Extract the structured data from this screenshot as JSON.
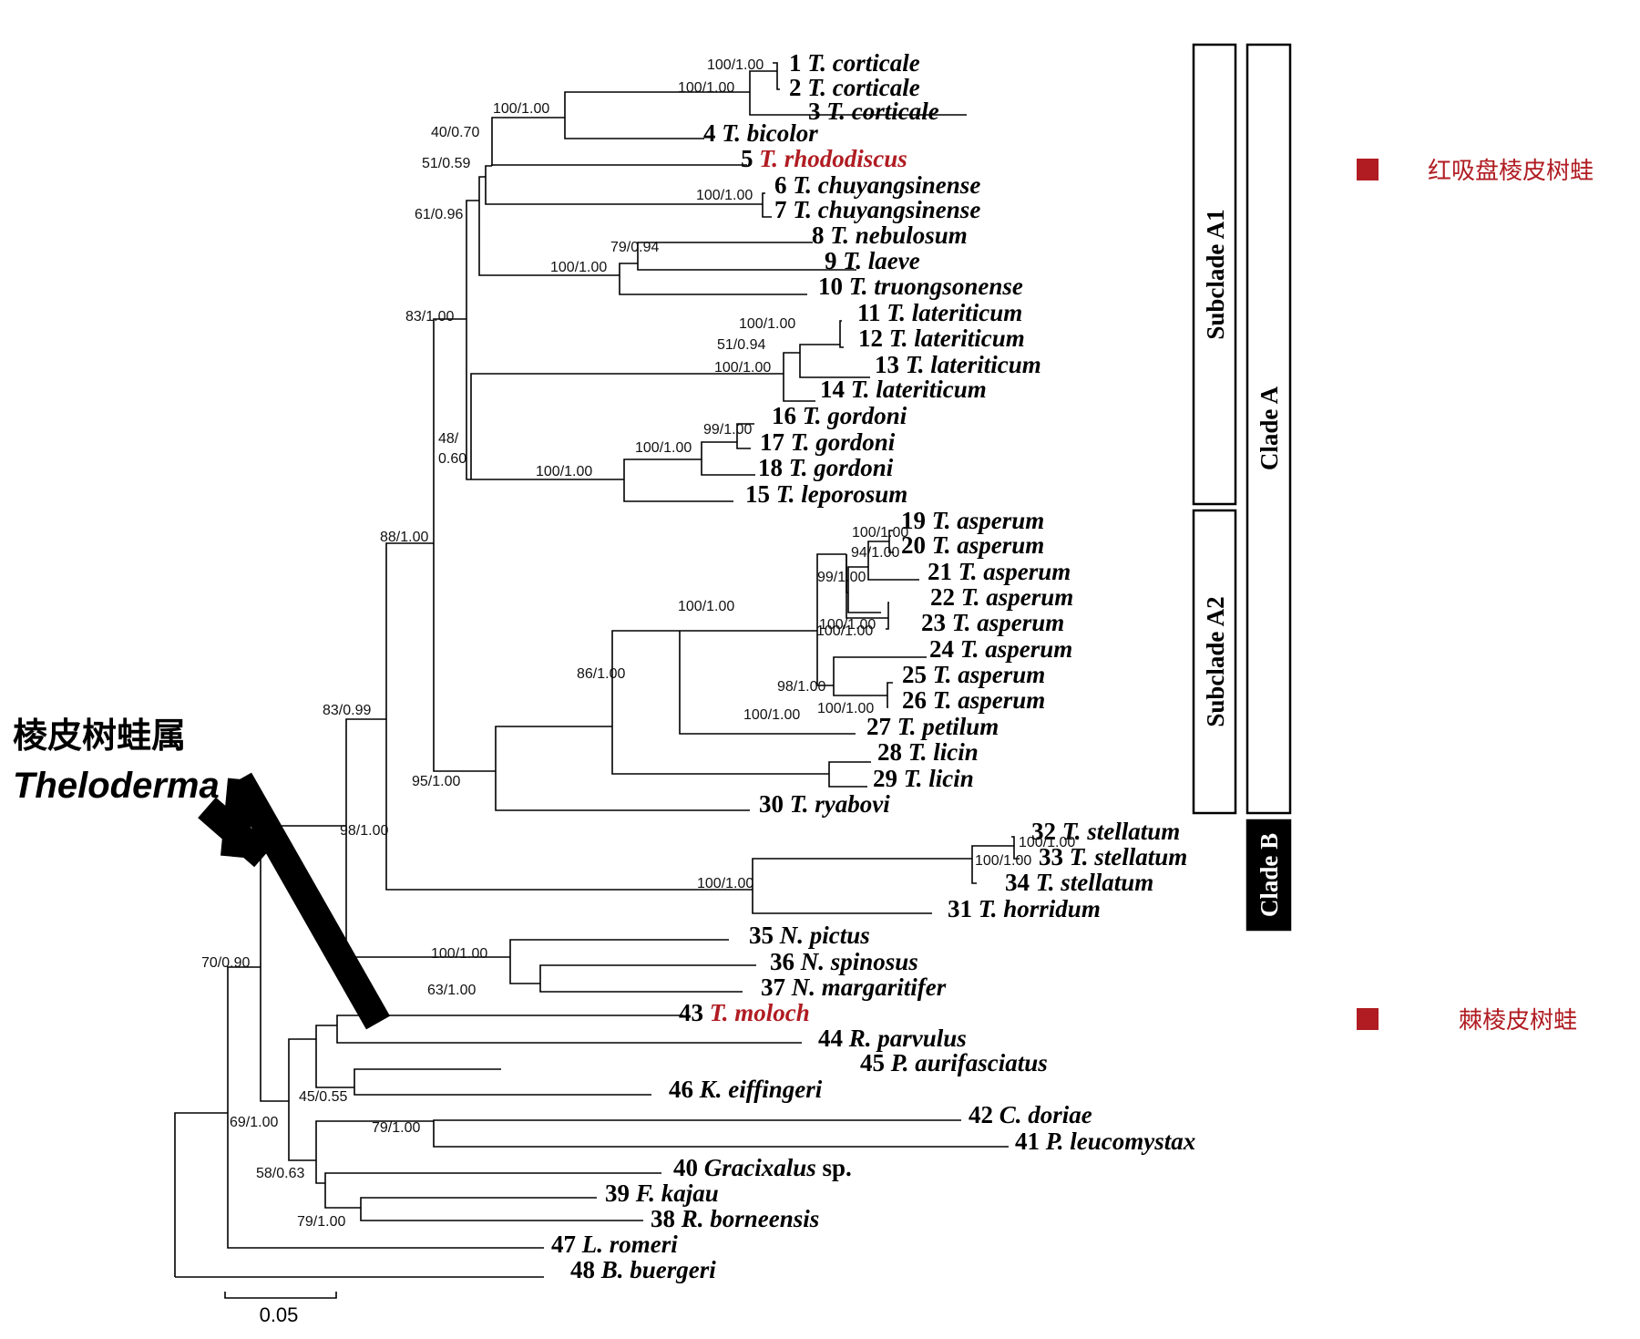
{
  "taxa": [
    {
      "id": "t1",
      "num": "1",
      "name": "T. corticale"
    },
    {
      "id": "t2",
      "num": "2",
      "name": "T. corticale"
    },
    {
      "id": "t3",
      "num": "3",
      "name": "T. corticale"
    },
    {
      "id": "t4",
      "num": "4",
      "name": "T. bicolor"
    },
    {
      "id": "t5",
      "num": "5",
      "name": "T. rhododiscus",
      "highlight": true
    },
    {
      "id": "t6",
      "num": "6",
      "name": "T. chuyangsinense"
    },
    {
      "id": "t7",
      "num": "7",
      "name": "T. chuyangsinense"
    },
    {
      "id": "t8",
      "num": "8",
      "name": "T. nebulosum"
    },
    {
      "id": "t9",
      "num": "9",
      "name": "T. laeve"
    },
    {
      "id": "t10",
      "num": "10",
      "name": "T. truongsonense"
    },
    {
      "id": "t11",
      "num": "11",
      "name": "T. lateriticum"
    },
    {
      "id": "t12",
      "num": "12",
      "name": "T. lateriticum"
    },
    {
      "id": "t13",
      "num": "13",
      "name": "T. lateriticum"
    },
    {
      "id": "t14",
      "num": "14",
      "name": "T. lateriticum"
    },
    {
      "id": "t16",
      "num": "16",
      "name": "T. gordoni"
    },
    {
      "id": "t17",
      "num": "17",
      "name": "T. gordoni"
    },
    {
      "id": "t18",
      "num": "18",
      "name": "T. gordoni"
    },
    {
      "id": "t15",
      "num": "15",
      "name": "T. leporosum"
    },
    {
      "id": "t19",
      "num": "19",
      "name": "T. asperum"
    },
    {
      "id": "t20",
      "num": "20",
      "name": "T. asperum"
    },
    {
      "id": "t21",
      "num": "21",
      "name": "T. asperum"
    },
    {
      "id": "t22",
      "num": "22",
      "name": "T. asperum"
    },
    {
      "id": "t23",
      "num": "23",
      "name": "T. asperum"
    },
    {
      "id": "t24",
      "num": "24",
      "name": "T. asperum"
    },
    {
      "id": "t25",
      "num": "25",
      "name": "T. asperum"
    },
    {
      "id": "t26",
      "num": "26",
      "name": "T. asperum"
    },
    {
      "id": "t27",
      "num": "27",
      "name": "T. petilum"
    },
    {
      "id": "t28",
      "num": "28",
      "name": "T. licin"
    },
    {
      "id": "t29",
      "num": "29",
      "name": "T. licin"
    },
    {
      "id": "t30",
      "num": "30",
      "name": "T. ryabovi"
    },
    {
      "id": "t32",
      "num": "32",
      "name": "T. stellatum"
    },
    {
      "id": "t33",
      "num": "33",
      "name": "T. stellatum"
    },
    {
      "id": "t34",
      "num": "34",
      "name": "T. stellatum"
    },
    {
      "id": "t31",
      "num": "31",
      "name": "T. horridum"
    },
    {
      "id": "t35",
      "num": "35",
      "name": "N. pictus"
    },
    {
      "id": "t36",
      "num": "36",
      "name": "N. spinosus"
    },
    {
      "id": "t37",
      "num": "37",
      "name": "N. margaritifer"
    },
    {
      "id": "t43",
      "num": "43",
      "name": "T. moloch",
      "highlight": true
    },
    {
      "id": "t44",
      "num": "44",
      "name": "R. parvulus"
    },
    {
      "id": "t45",
      "num": "45",
      "name": "P. aurifasciatus"
    },
    {
      "id": "t46",
      "num": "46",
      "name": "K. eiffingeri"
    },
    {
      "id": "t42",
      "num": "42",
      "name": "C. doriae"
    },
    {
      "id": "t41",
      "num": "41",
      "name": "P. leucomystax"
    },
    {
      "id": "t40",
      "num": "40",
      "name": "Gracixalus",
      "suffix": " sp."
    },
    {
      "id": "t39",
      "num": "39",
      "name": "F. kajau"
    },
    {
      "id": "t38",
      "num": "38",
      "name": "R. borneensis"
    },
    {
      "id": "t47",
      "num": "47",
      "name": "L. romeri"
    },
    {
      "id": "t48",
      "num": "48",
      "name": "B. buergeri"
    }
  ],
  "support": [
    {
      "id": "s1",
      "text": "100/1.00"
    },
    {
      "id": "s2",
      "text": "100/1.00"
    },
    {
      "id": "s3",
      "text": "100/1.00"
    },
    {
      "id": "s4",
      "text": "40/0.70"
    },
    {
      "id": "s5",
      "text": "51/0.59"
    },
    {
      "id": "s6",
      "text": "100/1.00"
    },
    {
      "id": "s7",
      "text": "61/0.96"
    },
    {
      "id": "s8",
      "text": "79/0.94"
    },
    {
      "id": "s9",
      "text": "100/1.00"
    },
    {
      "id": "s10",
      "text": "83/1.00"
    },
    {
      "id": "s11",
      "text": "100/1.00"
    },
    {
      "id": "s12",
      "text": "51/0.94"
    },
    {
      "id": "s13",
      "text": "100/1.00"
    },
    {
      "id": "s14a",
      "text": "48/"
    },
    {
      "id": "s14b",
      "text": "0.60"
    },
    {
      "id": "s15",
      "text": "99/1.00"
    },
    {
      "id": "s16",
      "text": "100/1.00"
    },
    {
      "id": "s17",
      "text": "100/1.00"
    },
    {
      "id": "s18",
      "text": "88/1.00"
    },
    {
      "id": "s19",
      "text": "100/1.00"
    },
    {
      "id": "s20",
      "text": "94/1.00"
    },
    {
      "id": "s21",
      "text": "99/1.00"
    },
    {
      "id": "s22",
      "text": "100/1.00"
    },
    {
      "id": "s23",
      "text": "100/1.00"
    },
    {
      "id": "s24",
      "text": "98/1.00"
    },
    {
      "id": "s25",
      "text": "100/1.00"
    },
    {
      "id": "s26",
      "text": "86/1.00"
    },
    {
      "id": "s27",
      "text": "100/1.00"
    },
    {
      "id": "s28",
      "text": "100/1.00"
    },
    {
      "id": "s29",
      "text": "95/1.00"
    },
    {
      "id": "s30",
      "text": "83/0.99"
    },
    {
      "id": "s31",
      "text": "100/1.00"
    },
    {
      "id": "s32",
      "text": "100/1.00"
    },
    {
      "id": "s33",
      "text": "100/1.00"
    },
    {
      "id": "s34",
      "text": "98/1.00"
    },
    {
      "id": "s35",
      "text": "100/1.00"
    },
    {
      "id": "s36",
      "text": "63/1.00"
    },
    {
      "id": "s37",
      "text": "70/0.90"
    },
    {
      "id": "s38",
      "text": "45/0.55"
    },
    {
      "id": "s39",
      "text": "69/1.00"
    },
    {
      "id": "s40",
      "text": "79/1.00"
    },
    {
      "id": "s41",
      "text": "58/0.63"
    },
    {
      "id": "s42",
      "text": "79/1.00"
    }
  ],
  "clades": {
    "subclade_a1": "Subclade A1",
    "subclade_a2": "Subclade A2",
    "clade_a": "Clade A",
    "clade_b": "Clade B"
  },
  "legend": [
    {
      "text": "红吸盘棱皮树蛙",
      "color": "#b01c22"
    },
    {
      "text": "棘棱皮树蛙",
      "color": "#b01c22"
    }
  ],
  "genus": {
    "chinese": "棱皮树蛙属",
    "latin": "Theloderma"
  },
  "scale_bar": {
    "label": "0.05"
  },
  "colors": {
    "highlight": "#b01c22",
    "line": "#000000"
  }
}
